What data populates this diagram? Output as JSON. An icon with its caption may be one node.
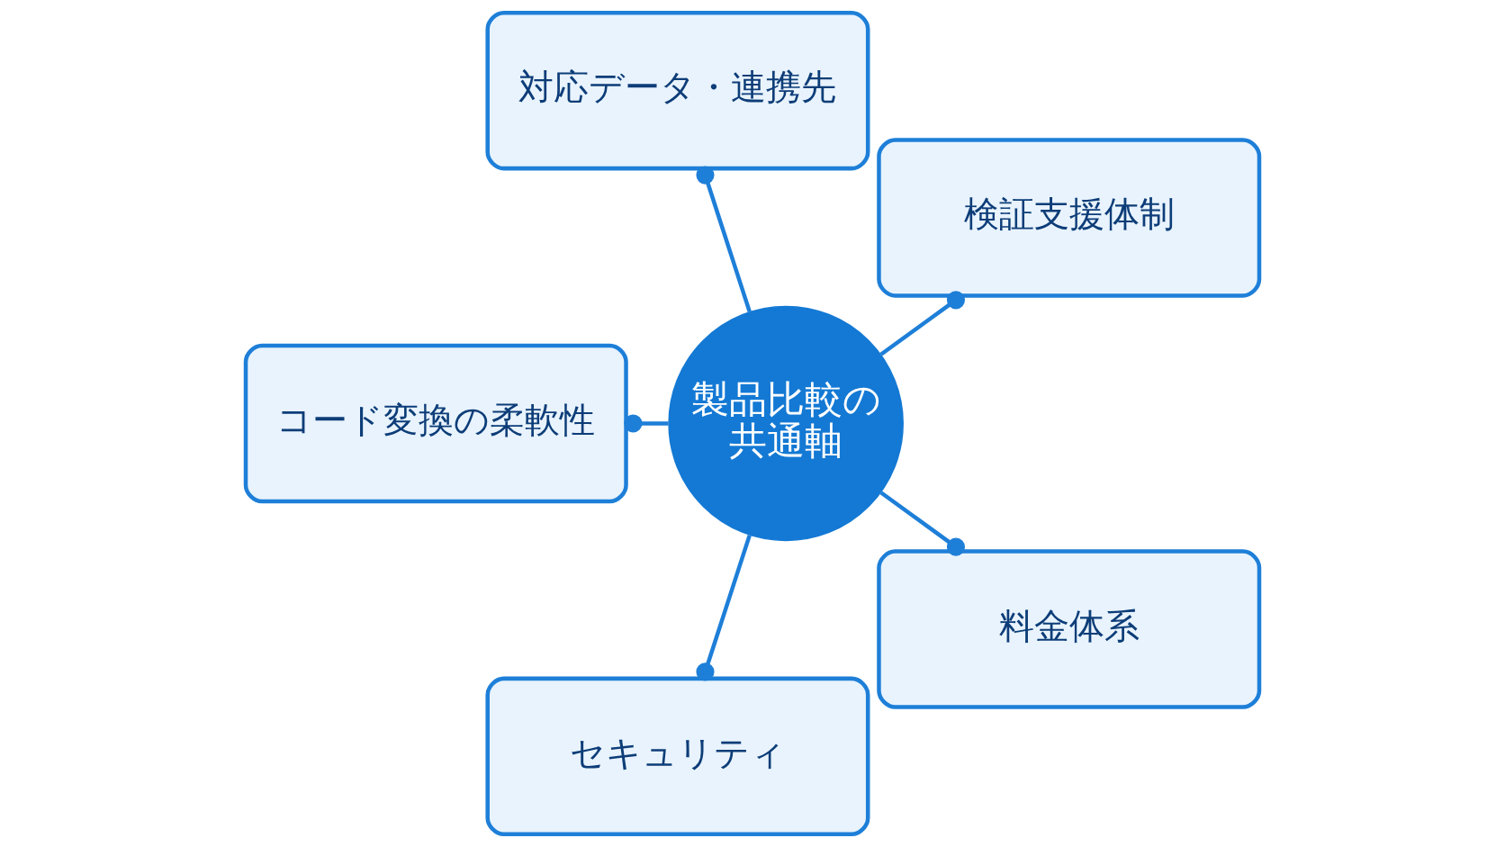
{
  "diagram": {
    "nodes": [
      {
        "text": [
          "対応データ・連携先"
        ]
      },
      {
        "text": [
          "コード変換の柔軟性"
        ]
      },
      {
        "text": [
          "製品比較の共通軸"
        ]
      },
      {
        "text": [
          "検証支援体制"
        ]
      },
      {
        "text": [
          "セキュリティ"
        ]
      },
      {
        "text": [
          "料金体系"
        ]
      }
    ],
    "edges": [
      {
        "from": 2,
        "to": 0,
        "arrow": "other"
      },
      {
        "from": 2,
        "to": 1,
        "arrow": "other"
      },
      {
        "from": 2,
        "to": 3,
        "arrow": "other"
      },
      {
        "from": 2,
        "to": 4,
        "arrow": "other"
      },
      {
        "from": 2,
        "to": 5,
        "arrow": "other"
      }
    ]
  }
}
